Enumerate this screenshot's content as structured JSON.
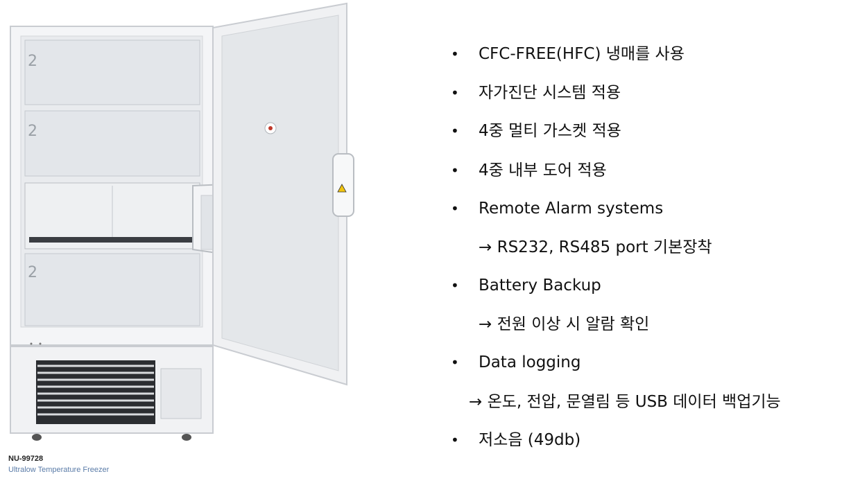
{
  "product": {
    "model": "NU-99728",
    "name": "Ultralow Temperature Freezer",
    "door_labels": [
      "2",
      "2",
      "2"
    ]
  },
  "features": [
    {
      "text": "CFC-FREE(HFC) 냉매를 사용"
    },
    {
      "text": "자가진단 시스템 적용"
    },
    {
      "text": "4중 멀티 가스켓 적용"
    },
    {
      "text": "4중 내부 도어 적용"
    },
    {
      "text": "Remote Alarm systems",
      "sub": "→ RS232, RS485 port 기본장착"
    },
    {
      "text": "Battery Backup",
      "sub": "→ 전원 이상 시 알람 확인"
    },
    {
      "text": "Data logging",
      "sub": "→ 온도, 전압, 문열림 등 USB 데이터 백업기능"
    },
    {
      "text": "저소음 (49db)"
    }
  ],
  "bullet_symbol": "•"
}
